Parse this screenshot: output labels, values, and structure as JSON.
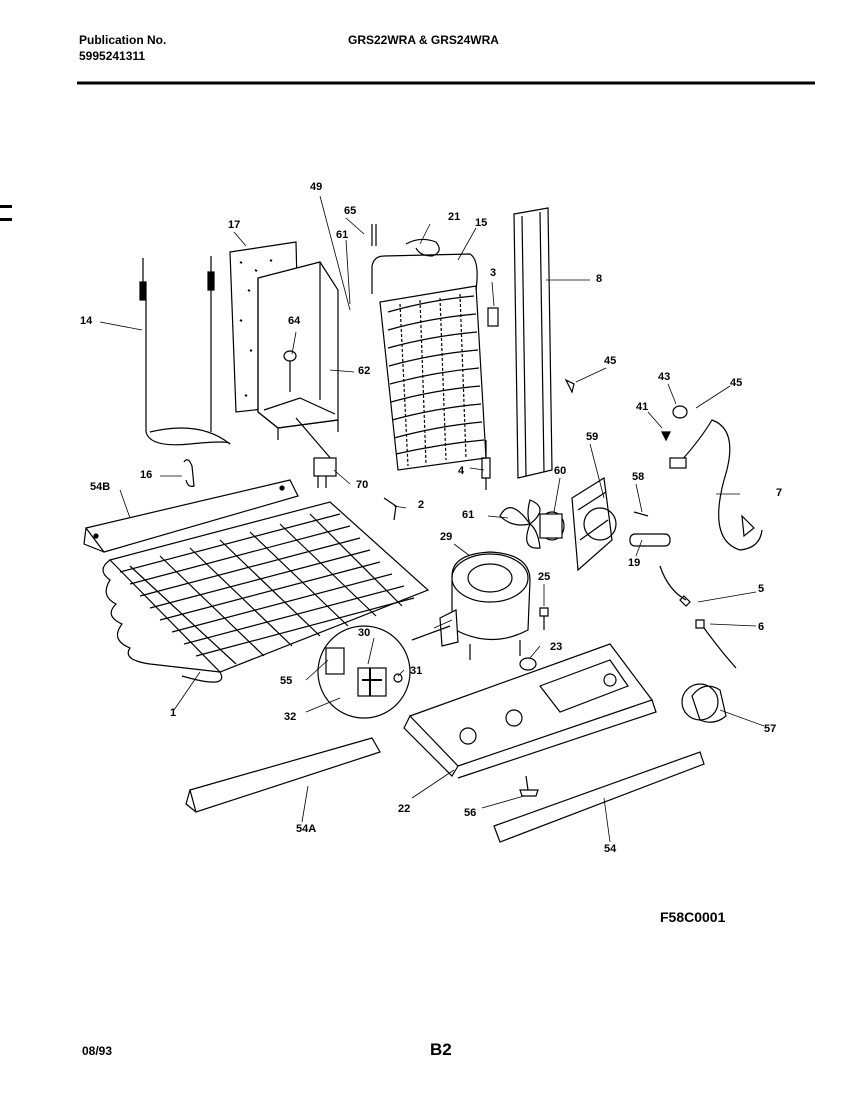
{
  "header": {
    "publication_label": "Publication No.",
    "publication_number": "5995241311",
    "models": "GRS22WRA & GRS24WRA"
  },
  "diagram": {
    "figure_code": "F58C0001",
    "callouts": {
      "c1": "1",
      "c2": "2",
      "c3": "3",
      "c4": "4",
      "c5": "5",
      "c6": "6",
      "c7": "7",
      "c8": "8",
      "c14": "14",
      "c15": "15",
      "c16": "16",
      "c17": "17",
      "c19": "19",
      "c21": "21",
      "c22": "22",
      "c23": "23",
      "c25": "25",
      "c29": "29",
      "c30": "30",
      "c31": "31",
      "c32": "32",
      "c41": "41",
      "c43": "43",
      "c45a": "45",
      "c45b": "45",
      "c49": "49",
      "c54": "54",
      "c54a": "54A",
      "c54b": "54B",
      "c55": "55",
      "c56": "56",
      "c57": "57",
      "c58": "58",
      "c59": "59",
      "c60": "60",
      "c61a": "61",
      "c61b": "61",
      "c62": "62",
      "c64": "64",
      "c65": "65",
      "c70": "70"
    }
  },
  "footer": {
    "date": "08/93",
    "page": "B2"
  }
}
